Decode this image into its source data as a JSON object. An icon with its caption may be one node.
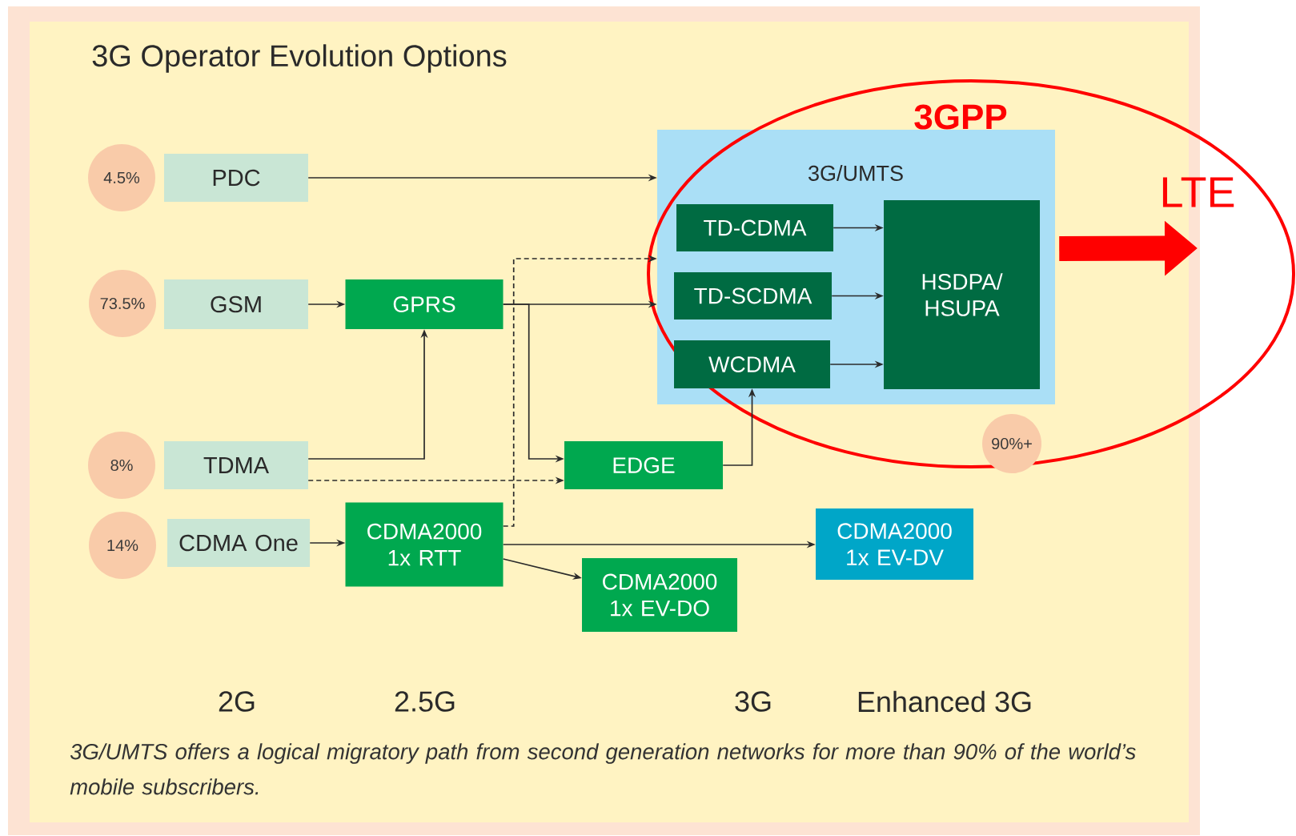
{
  "diagram": {
    "title": "3G Operator Evolution Options",
    "caption": "3G/UMTS offers a logical migratory path from second generation networks for more than 90% of the world’s mobile subscribers.",
    "nodes": [
      {
        "text": [
          "4.5%"
        ]
      },
      {
        "text": [
          "PDC"
        ]
      },
      {
        "text": [
          "73.5%"
        ]
      },
      {
        "text": [
          "GSM"
        ]
      },
      {
        "text": [
          "GPRS"
        ]
      },
      {
        "text": [
          "8%"
        ]
      },
      {
        "text": [
          "TDMA"
        ]
      },
      {
        "text": [
          "14%"
        ]
      },
      {
        "text": [
          "CDMA One"
        ]
      },
      {
        "text": [
          "CDMA2000 1x RTT"
        ]
      },
      {
        "text": [
          "EDGE"
        ]
      },
      {
        "text": [
          "3G/UMTS"
        ]
      },
      {
        "text": [
          "TD-CDMA"
        ],
        "in": 11
      },
      {
        "text": [
          "TD-SCDMA"
        ],
        "in": 11
      },
      {
        "text": [
          "WCDMA"
        ],
        "in": 11
      },
      {
        "text": [
          "HSDPA/ HSUPA"
        ],
        "in": 11
      },
      {
        "text": [
          "CDMA2000 1x EV-DO"
        ]
      },
      {
        "text": [
          "CDMA2000 1x EV-DV"
        ]
      },
      {
        "text": [
          "90%+"
        ]
      },
      {
        "text": [
          "LTE"
        ]
      }
    ],
    "edges": [
      {
        "from": 1,
        "to": 11,
        "arrow": "to"
      },
      {
        "from": 3,
        "to": 4,
        "arrow": "to"
      },
      {
        "from": 6,
        "to": 4,
        "arrow": "to"
      },
      {
        "from": 6,
        "to": 10,
        "arrow": "to",
        "style": "dashed"
      },
      {
        "from": 8,
        "to": 9,
        "arrow": "to"
      },
      {
        "from": 4,
        "to": 11,
        "arrow": "to"
      },
      {
        "from": 4,
        "to": 10,
        "arrow": "to"
      },
      {
        "from": 9,
        "to": 11,
        "arrow": "to",
        "style": "dashed"
      },
      {
        "from": 10,
        "to": 14,
        "arrow": "to"
      },
      {
        "from": 9,
        "to": 17,
        "arrow": "to"
      },
      {
        "from": 9,
        "to": 16,
        "arrow": "to"
      },
      {
        "from": 12,
        "to": 15,
        "arrow": "to"
      },
      {
        "from": 13,
        "to": 15,
        "arrow": "to"
      },
      {
        "from": 14,
        "to": 15,
        "arrow": "to"
      },
      {
        "from": 11,
        "to": 19,
        "arrow": "to",
        "style": "thick",
        "color": "#ff0000"
      }
    ],
    "labels": [
      "3GPP",
      "2G",
      "2.5G",
      "3G",
      "Enhanced 3G"
    ]
  }
}
